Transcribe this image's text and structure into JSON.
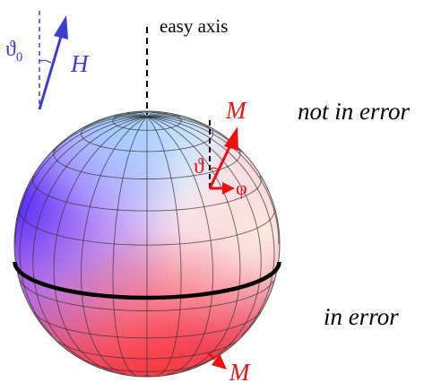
{
  "labels": {
    "easy_axis": "easy axis",
    "field": "H",
    "field_angle": "ϑ",
    "field_angle_sub": "0",
    "moment_top": "M",
    "moment_bottom": "M",
    "polar_angle": "ϑ",
    "azimuth_angle": "φ",
    "state_top": "not in error",
    "state_bottom": "in error"
  },
  "colors": {
    "field": "#3b3bd6",
    "moment": "#ee1111",
    "sphere_top": "#a8d4ff",
    "sphere_left": "#5a22ff",
    "sphere_right": "#ffe6da",
    "sphere_bottom": "#ff4a66",
    "grid": "#333333",
    "equator": "#000000"
  }
}
